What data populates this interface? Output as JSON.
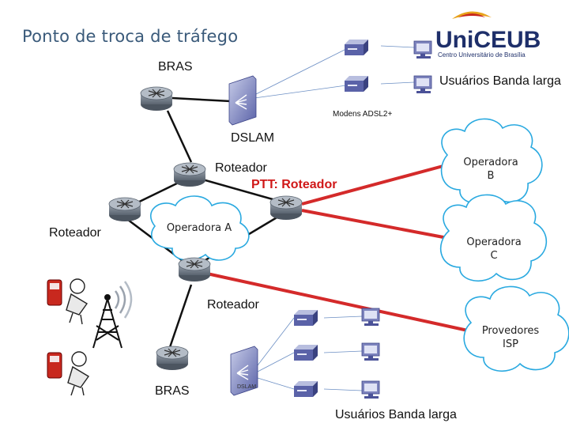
{
  "title": "Ponto de troca de tráfego",
  "logo": {
    "brand": "UniCEUB",
    "subtitle": "Centro Universitário de Brasília"
  },
  "labels": {
    "bras_top": "BRAS",
    "usuarios_top": "Usuários Banda larga",
    "modens": "Modens ADSL2+",
    "dslam": "DSLAM",
    "roteador_center": "Roteador",
    "ptt": "PTT: Roteador",
    "roteador_left": "Roteador",
    "roteador_bottom": "Roteador",
    "bras_bottom": "BRAS",
    "usuarios_bottom": "Usuários Banda larga",
    "dslam_bottom": "DSLAM"
  },
  "clouds": {
    "operadora_a": "Operadora A",
    "operadora_b": [
      "Operadora",
      "B"
    ],
    "operadora_c": [
      "Operadora",
      "C"
    ],
    "provedores": [
      "Provedores",
      "ISP"
    ]
  },
  "colors": {
    "red_link": "#d42a2a",
    "cloud_stroke": "#29a9e0",
    "title": "#3a5a7a"
  },
  "icons": [
    "router-icon",
    "dslam-icon",
    "modem-icon",
    "computer-icon",
    "tower-icon",
    "phone-user-icon",
    "cloud-icon"
  ]
}
